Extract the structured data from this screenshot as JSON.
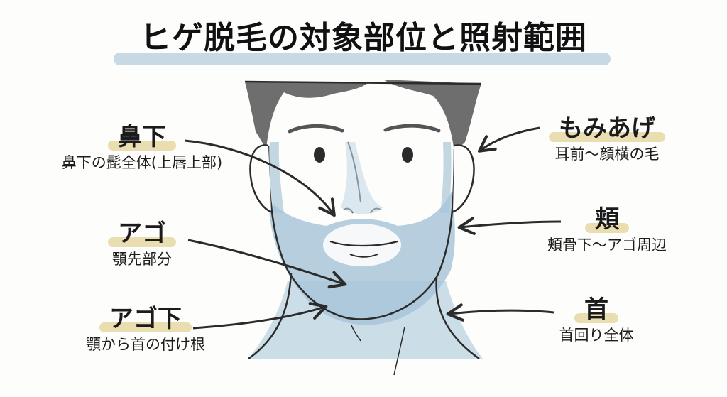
{
  "title": "ヒゲ脱毛の対象部位と照射範囲",
  "colors": {
    "title_underline": "#bfd2df",
    "label_highlight": "#e8d9a6",
    "beard_shade": "#a9c6d8",
    "hair": "#6b6b6b",
    "outline": "#2b2b2b"
  },
  "labels": {
    "nose_under": {
      "head": "鼻下",
      "sub": "鼻下の髭全体(上唇上部)"
    },
    "chin": {
      "head": "アゴ",
      "sub": "顎先部分"
    },
    "under_chin": {
      "head": "アゴ下",
      "sub": "顎から首の付け根"
    },
    "sideburns": {
      "head": "もみあげ",
      "sub": "耳前～顔横の毛"
    },
    "cheek": {
      "head": "頬",
      "sub": "頬骨下～アゴ周辺"
    },
    "neck": {
      "head": "首",
      "sub": "首回り全体"
    }
  }
}
